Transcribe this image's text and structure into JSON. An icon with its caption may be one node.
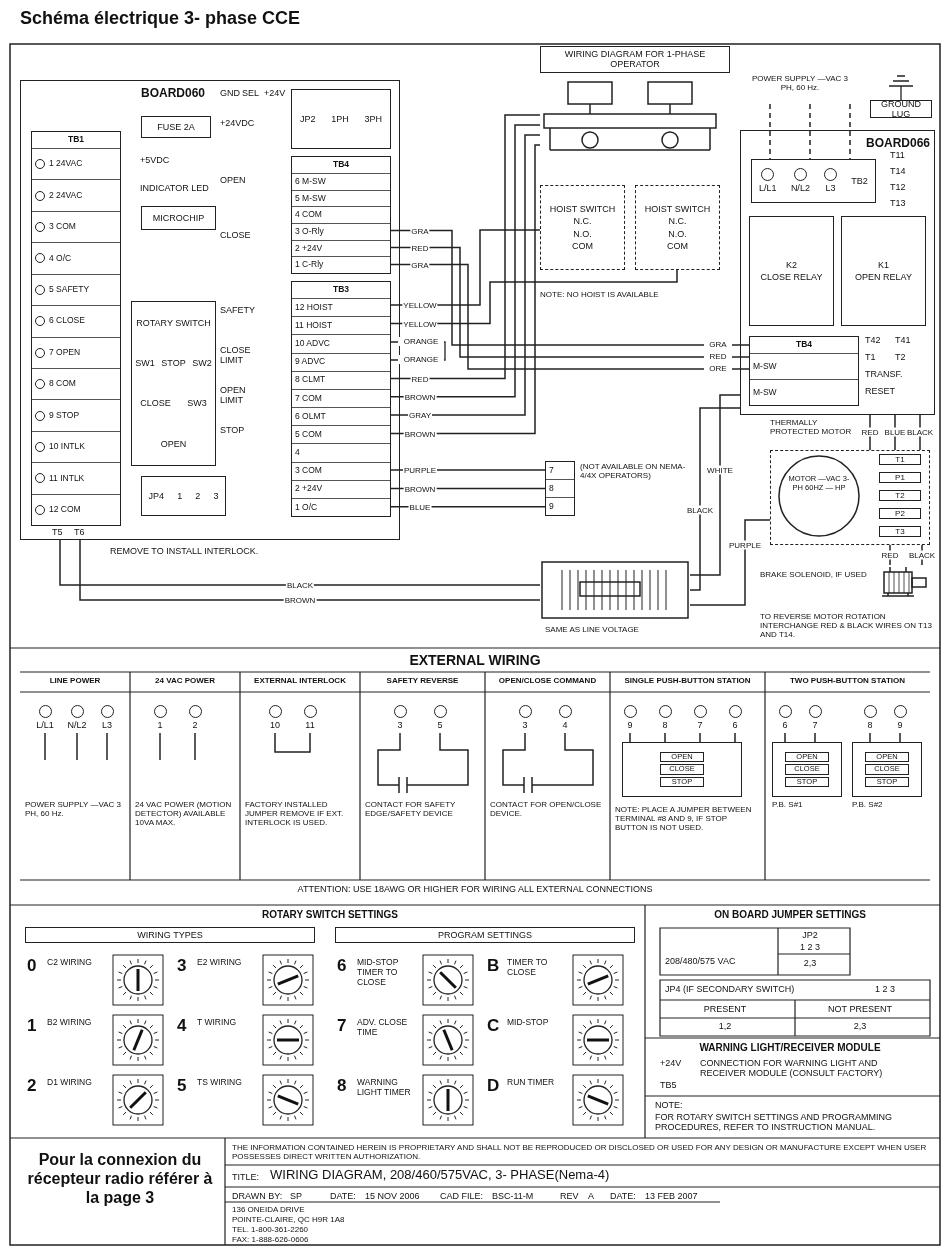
{
  "diagram": {
    "title": "Schéma électrique 3- phase CCE",
    "nodes": [
      {
        "text": [],
        "shape": "picture"
      },
      {
        "text": [
          "HOIST SWITCH",
          "N.C.",
          "N.O.",
          "COM"
        ]
      },
      {
        "text": [
          "HOIST SWITCH",
          "N.C.",
          "N.O.",
          "COM"
        ]
      },
      {
        "text": [
          "BOARD060"
        ]
      },
      {
        "text": [
          "JP2",
          "1PH",
          "3PH"
        ],
        "in": 3
      },
      {
        "text": [
          "TB4",
          "6 M-SW",
          "5 M-SW",
          "4 COM",
          "3 O-Rly",
          "2 +24V",
          "1 C-Rly"
        ],
        "in": 3
      },
      {
        "text": [
          "TB3",
          "12 HOIST",
          "11 HOIST",
          "10 ADVC",
          "9 ADVC",
          "8 CLMT",
          "7 COM",
          "6 OLMT",
          "5 COM",
          "4",
          "3 COM",
          "2 +24V",
          "1 O/C"
        ],
        "in": 3
      },
      {
        "text": [
          "JP4",
          "1",
          "2",
          "3"
        ],
        "in": 3
      },
      {
        "text": [
          "TB1",
          "1 24VAC",
          "2 24VAC",
          "3 COM",
          "4 O/C",
          "5 SAFETY",
          "6 CLOSE",
          "7 OPEN",
          "8 COM",
          "9 STOP",
          "10 INTLK",
          "11 INTLK",
          "12 COM"
        ],
        "in": 3
      },
      {
        "text": [
          "MICROCHIP"
        ],
        "in": 3
      },
      {
        "text": [
          "ROTARY SWITCH",
          "SW1",
          "STOP",
          "SW2",
          "CLOSE",
          "SW3",
          "OPEN"
        ],
        "in": 3
      },
      {
        "text": [
          "FUSE 2A"
        ],
        "in": 3
      },
      {
        "text": [
          "7",
          "8",
          "9"
        ],
        "beside": [
          "(NOT AVAILABLE ON NEMA-4/4X OPERATORS)"
        ]
      },
      {
        "text": [
          "BOARD066"
        ]
      },
      {
        "text": [
          "L/L1",
          "N/L2",
          "L3",
          "TB2"
        ],
        "in": 13
      },
      {
        "text": [
          "K2",
          "CLOSE RELAY"
        ],
        "in": 13
      },
      {
        "text": [
          "K1",
          "OPEN RELAY"
        ],
        "in": 13
      },
      {
        "text": [
          "TB4",
          "M-SW",
          "M-SW"
        ],
        "in": 13
      },
      {
        "text": [
          "POWER SUPPLY —VAC 3 PH, 60 Hz."
        ]
      },
      {
        "text": [
          "GROUND LUG"
        ]
      },
      {
        "text": [
          "MOTOR —VAC 3-PH 60HZ — HP",
          "T1",
          "P1",
          "T2",
          "P2",
          "T3"
        ],
        "beside": [
          "THERMALLY PROTECTED MOTOR"
        ]
      },
      {
        "text": [],
        "shape": "picture",
        "beside": [
          "BRAKE SOLENOID, IF USED"
        ]
      },
      {
        "text": [],
        "shape": "picture",
        "beside": [
          "SAME AS LINE VOLTAGE"
        ]
      },
      {
        "text": [
          "10"
        ]
      },
      {
        "text": [
          "11"
        ]
      },
      {
        "text": [
          "L/L1"
        ]
      },
      {
        "text": [
          "N/L2"
        ]
      },
      {
        "text": [
          "L3"
        ]
      },
      {
        "text": [
          "1"
        ]
      },
      {
        "text": [
          "2"
        ]
      },
      {
        "text": [
          "3"
        ]
      },
      {
        "text": [
          "5"
        ]
      },
      {
        "text": [],
        "shape": "switch"
      },
      {
        "text": [
          "3"
        ]
      },
      {
        "text": [
          "4"
        ]
      },
      {
        "text": [],
        "shape": "switch"
      },
      {
        "text": [
          "9"
        ]
      },
      {
        "text": [
          "8"
        ]
      },
      {
        "text": [
          "7"
        ]
      },
      {
        "text": [
          "6"
        ]
      },
      {
        "text": [
          "OPEN",
          "CLOSE",
          "STOP"
        ]
      },
      {
        "text": [
          "6"
        ]
      },
      {
        "text": [
          "7"
        ]
      },
      {
        "text": [
          "8"
        ]
      },
      {
        "text": [
          "9"
        ]
      },
      {
        "text": [
          "OPEN",
          "CLOSE",
          "STOP"
        ],
        "beside": [
          "P.B. S#1"
        ]
      },
      {
        "text": [
          "OPEN",
          "CLOSE",
          "STOP"
        ],
        "beside": [
          "P.B. S#2"
        ]
      }
    ],
    "edges": [
      {
        "from": 6,
        "to": 1,
        "arrow": "none",
        "label": "YELLOW"
      },
      {
        "from": 6,
        "to": 2,
        "arrow": "none",
        "label": "YELLOW"
      },
      {
        "from": 6,
        "to": 0,
        "arrow": "none",
        "label": "RED"
      },
      {
        "from": 6,
        "to": 0,
        "arrow": "none",
        "label": "BROWN"
      },
      {
        "from": 6,
        "to": 0,
        "arrow": "none",
        "label": "GRAY"
      },
      {
        "from": 6,
        "to": 0,
        "arrow": "none",
        "label": "BROWN"
      },
      {
        "from": 6,
        "to": 12,
        "arrow": "none",
        "label": "PURPLE"
      },
      {
        "from": 6,
        "to": 12,
        "arrow": "none",
        "label": "BROWN"
      },
      {
        "from": 6,
        "to": 12,
        "arrow": "none",
        "label": "BLUE"
      },
      {
        "from": 5,
        "to": 17,
        "arrow": "none",
        "label": "GRA"
      },
      {
        "from": 5,
        "to": 17,
        "arrow": "none",
        "label": "RED"
      },
      {
        "from": 5,
        "to": 17,
        "arrow": "none",
        "label": "GRA"
      },
      {
        "from": 18,
        "to": 14,
        "arrow": "none",
        "style": "dashed"
      },
      {
        "from": 18,
        "to": 14,
        "arrow": "none",
        "style": "dashed"
      },
      {
        "from": 18,
        "to": 14,
        "arrow": "none",
        "style": "dashed"
      },
      {
        "from": 13,
        "to": 20,
        "arrow": "none",
        "label": "RED"
      },
      {
        "from": 13,
        "to": 20,
        "arrow": "none",
        "label": "BLUE"
      },
      {
        "from": 13,
        "to": 20,
        "arrow": "none",
        "label": "BLACK"
      },
      {
        "from": 21,
        "to": 20,
        "arrow": "none",
        "label": "RED"
      },
      {
        "from": 21,
        "to": 20,
        "arrow": "none",
        "label": "BLACK"
      },
      {
        "from": 20,
        "to": 22,
        "arrow": "none",
        "label": "PURPLE"
      },
      {
        "from": 3,
        "to": 22,
        "arrow": "none",
        "label": "BLACK"
      },
      {
        "from": 3,
        "to": 22,
        "arrow": "none",
        "label": "BROWN"
      },
      {
        "from": 13,
        "to": 22,
        "arrow": "none",
        "label": "WHITE"
      },
      {
        "from": 13,
        "to": 22,
        "arrow": "none",
        "label": "BLACK"
      },
      {
        "from": 23,
        "to": 24,
        "arrow": "none"
      },
      {
        "from": 25,
        "to": null,
        "arrow": "none"
      },
      {
        "from": 26,
        "to": null,
        "arrow": "none"
      },
      {
        "from": 27,
        "to": null,
        "arrow": "none"
      },
      {
        "from": 28,
        "to": null,
        "arrow": "none"
      },
      {
        "from": 29,
        "to": null,
        "arrow": "none"
      },
      {
        "from": 30,
        "to": 32,
        "arrow": "none"
      },
      {
        "from": 31,
        "to": 32,
        "arrow": "none"
      },
      {
        "from": 33,
        "to": 35,
        "arrow": "none"
      },
      {
        "from": 34,
        "to": 35,
        "arrow": "none"
      },
      {
        "from": 36,
        "to": 40,
        "arrow": "none"
      },
      {
        "from": 37,
        "to": 40,
        "arrow": "none"
      },
      {
        "from": 38,
        "to": 40,
        "arrow": "none"
      },
      {
        "from": 39,
        "to": 40,
        "arrow": "none"
      },
      {
        "from": 41,
        "to": 45,
        "arrow": "none"
      },
      {
        "from": 42,
        "to": 45,
        "arrow": "none"
      },
      {
        "from": 43,
        "to": 46,
        "arrow": "none"
      },
      {
        "from": 44,
        "to": 46,
        "arrow": "none"
      }
    ],
    "labels": [
      "WIRING DIAGRAM FOR 1-PHASE OPERATOR",
      "GND",
      "SEL",
      "+24V",
      "+24VDC",
      "+5VDC",
      "INDICATOR LED",
      "OPEN",
      "CLOSE",
      "SAFETY",
      "CLOSE LIMIT",
      "OPEN LIMIT",
      "STOP",
      "T5",
      "T6",
      "REMOVE TO INSTALL INTERLOCK.",
      "ORANGE",
      "ORANGE",
      "NOTE: NO HOIST IS AVAILABLE",
      "GRA",
      "RED",
      "ORE",
      "T11",
      "T14",
      "T12",
      "T13",
      "T42",
      "T41",
      "T1",
      "T2",
      "TRANSF.",
      "RESET",
      "TO REVERSE MOTOR ROTATION INTERCHANGE RED & BLACK WIRES ON T13 AND T14.",
      "EXTERNAL WIRING",
      "LINE POWER",
      "24 VAC POWER",
      "EXTERNAL INTERLOCK",
      "SAFETY REVERSE",
      "OPEN/CLOSE COMMAND",
      "SINGLE PUSH-BUTTON STATION",
      "TWO PUSH-BUTTON STATION",
      "POWER SUPPLY —VAC 3 PH, 60 Hz.",
      "24 VAC POWER (MOTION DETECTOR) AVAILABLE 10VA MAX.",
      "FACTORY INSTALLED JUMPER REMOVE IF EXT. INTERLOCK IS USED.",
      "CONTACT FOR SAFETY EDGE/SAFETY DEVICE",
      "CONTACT FOR OPEN/CLOSE DEVICE.",
      "NOTE: PLACE A JUMPER BETWEEN TERMINAL #8 AND 9, IF STOP BUTTON IS NOT USED.",
      "ATTENTION: USE 18AWG OR HIGHER FOR WIRING ALL EXTERNAL CONNECTIONS",
      "ROTARY SWITCH SETTINGS",
      "WIRING TYPES",
      "PROGRAM SETTINGS",
      "0",
      "C2 WIRING",
      "1",
      "B2 WIRING",
      "2",
      "D1 WIRING",
      "3",
      "E2 WIRING",
      "4",
      "T WIRING",
      "5",
      "TS WIRING",
      "6",
      "MID-STOP TIMER TO CLOSE",
      "7",
      "ADV. CLOSE TIME",
      "8",
      "WARNING LIGHT TIMER",
      "B",
      "TIMER TO CLOSE",
      "C",
      "MID-STOP",
      "D",
      "RUN TIMER",
      "ON BOARD JUMPER SETTINGS",
      "JP2",
      "1 2 3",
      "208/480/575 VAC",
      "2,3",
      "JP4 (IF SECONDARY SWITCH)",
      "1 2 3",
      "PRESENT",
      "NOT PRESENT",
      "1,2",
      "2,3",
      "WARNING LIGHT/RECEIVER MODULE",
      "+24V",
      "TB5",
      "CONNECTION FOR WARNING LIGHT AND RECEIVER MODULE (CONSULT FACTORY)",
      "NOTE:",
      "FOR ROTARY SWITCH SETTINGS AND PROGRAMMING PROCEDURES, REFER TO INSTRUCTION MANUAL.",
      "Pour la connexion du récepteur radio référer à la page 3",
      "THE INFORMATION CONTAINED HEREIN IS PROPRIETARY AND SHALL NOT BE REPRODUCED OR DISCLOSED OR USED FOR ANY DESIGN OR MANUFACTURE EXCEPT WHEN USER POSSESSES DIRECT WRITTEN AUTHORIZATION.",
      "TITLE:",
      "WIRING DIAGRAM, 208/460/575VAC, 3- PHASE(Nema-4)",
      "DRAWN BY:",
      "SP",
      "DATE:",
      "15 NOV 2006",
      "CAD FILE:",
      "BSC-11-M",
      "REV",
      "A",
      "DATE:",
      "13 FEB 2007",
      "136 ONEIDA DRIVE",
      "POINTE-CLAIRE, QC H9R 1A8",
      "TEL. 1-800-361-2260",
      "FAX: 1-888-626-0606"
    ]
  }
}
